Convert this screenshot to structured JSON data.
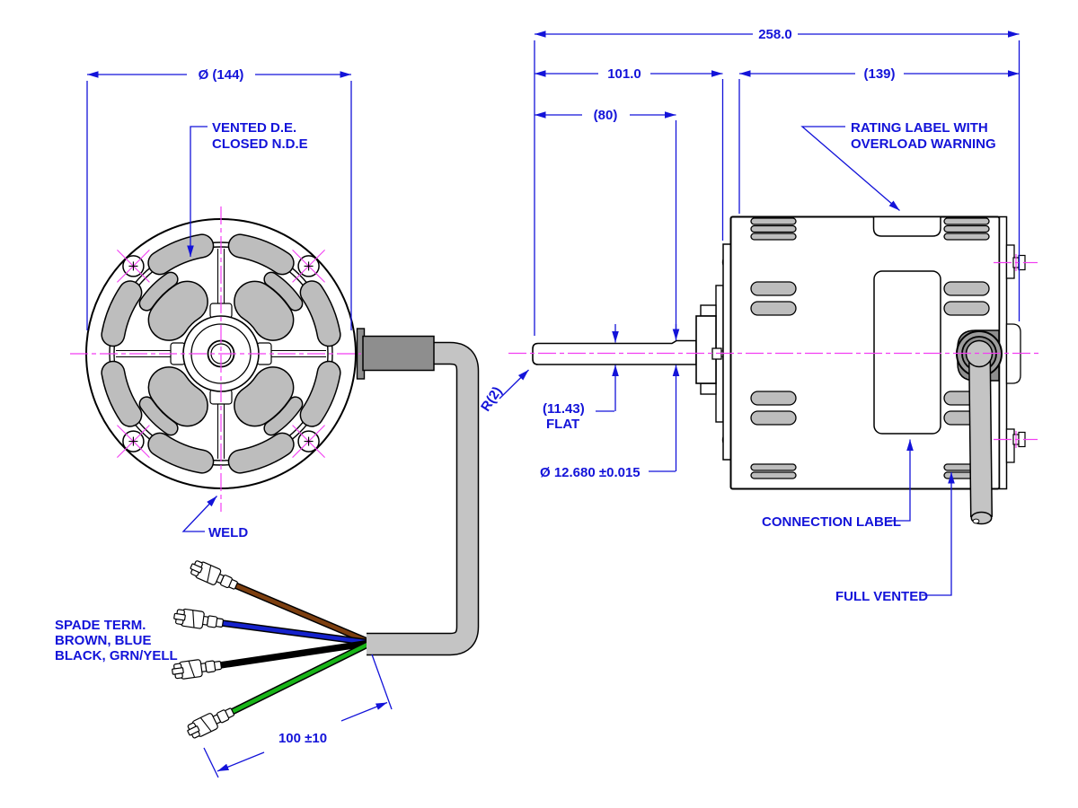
{
  "colors": {
    "dim": "#1313d9",
    "center": "#f23ef2",
    "vent_fill": "#bdbdbd",
    "cable": "#c4c4c4",
    "gland": "#8e8e8e",
    "gland_ring": "#9c9c9c",
    "wire_brown": "#7d3f10",
    "wire_blue": "#1522cc",
    "wire_black": "#000000",
    "wire_green": "#19b619"
  },
  "front": {
    "dia_dim": "Ø (144)",
    "vented_line1": "VENTED D.E.",
    "vented_line2": "CLOSED N.D.E",
    "weld": "WELD",
    "note_line1": "SPADE TERM.",
    "note_line2": "BROWN, BLUE",
    "note_line3": "BLACK, GRN/YELL",
    "wire_length_dim": "100 ±10"
  },
  "side": {
    "overall_dim": "258.0",
    "shaft_face_dim": "101.0",
    "body_dim": "(139)",
    "flat_length_dim": "(80)",
    "shaft_radius": "R(2)",
    "flat_height": "(11.43)",
    "flat_word": "FLAT",
    "shaft_dia_dim": "Ø 12.680 ±0.015",
    "rating_line1": "RATING LABEL WITH",
    "rating_line2": "OVERLOAD WARNING",
    "connection_label": "CONNECTION LABEL",
    "full_vented": "FULL VENTED"
  }
}
